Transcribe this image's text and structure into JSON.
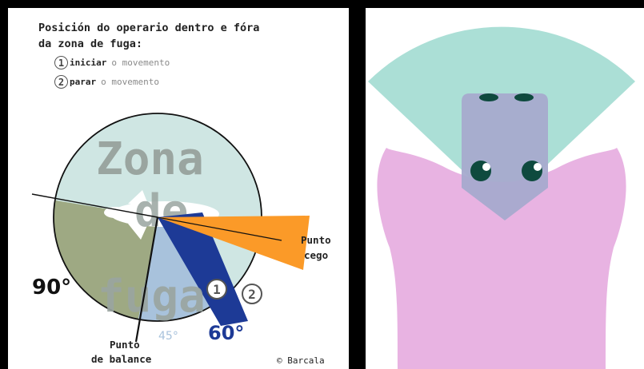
{
  "left_panel": {
    "title_line1": "Posición do operario dentro e fóra",
    "title_line2": "da zona de fuga:",
    "legend": [
      {
        "number": "1",
        "verb": "iniciar",
        "rest": "o movemento"
      },
      {
        "number": "2",
        "verb": "parar",
        "rest": "o movemento"
      }
    ],
    "zone_word_1": "Zona",
    "zone_word_2": "de",
    "zone_word_3": "fuga",
    "angle_90": "90°",
    "angle_60": "60°",
    "angle_45": "45°",
    "blind_spot_line1": "Punto",
    "blind_spot_line2": "cego",
    "balance_line1": "Punto",
    "balance_line2": "de balance",
    "marker_1": "1",
    "marker_2": "2",
    "copyright": "© Barcala"
  },
  "colors": {
    "circle_fill": "#cfe6e3",
    "olive_sector": "#9ea983",
    "light_blue_sector": "#a8c2dc",
    "dark_blue_wedge": "#1d3a96",
    "orange_blind_spot": "#fb9a28",
    "zone_text": "#9aa5a0",
    "teal_fov": "#abdfd6",
    "pink_body": "#e8b3e2",
    "head_purple": "#a6aacd",
    "eye_dark": "#0e4a3e"
  },
  "right_panel": {
    "field_of_view_icon": "animal-vision-field",
    "animal_icon": "animal-top-view"
  }
}
